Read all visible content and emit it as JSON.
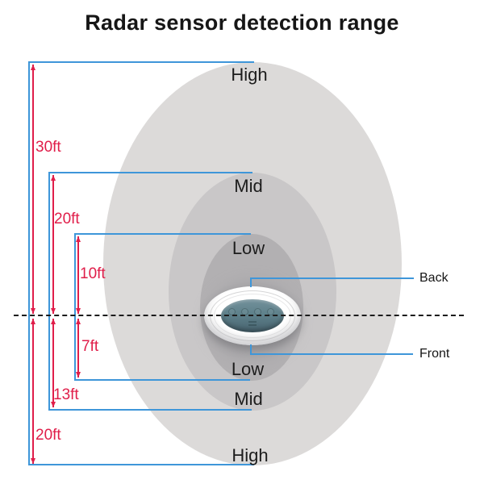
{
  "title": "Radar sensor detection range",
  "colors": {
    "blue": "#3e96d9",
    "red": "#e01e4a",
    "ink": "#161616",
    "zone_high": "#dcdad9",
    "zone_mid": "#c9c7c8",
    "zone_low": "#b2b0b2",
    "halo": "#9b9a9e",
    "device_core_top": "#72909a",
    "device_core_bottom": "#47626e"
  },
  "zones": {
    "high_top": "High",
    "mid_top": "Mid",
    "low_top": "Low",
    "low_bottom": "Low",
    "mid_bottom": "Mid",
    "high_bottom": "High"
  },
  "measurements": {
    "m30_top": "30ft",
    "m20_top": "20ft",
    "m10_top": "10ft",
    "m7_bottom": "7ft",
    "m13_bottom": "13ft",
    "m20_bottom": "20ft"
  },
  "callouts": {
    "back": "Back",
    "front": "Front"
  }
}
